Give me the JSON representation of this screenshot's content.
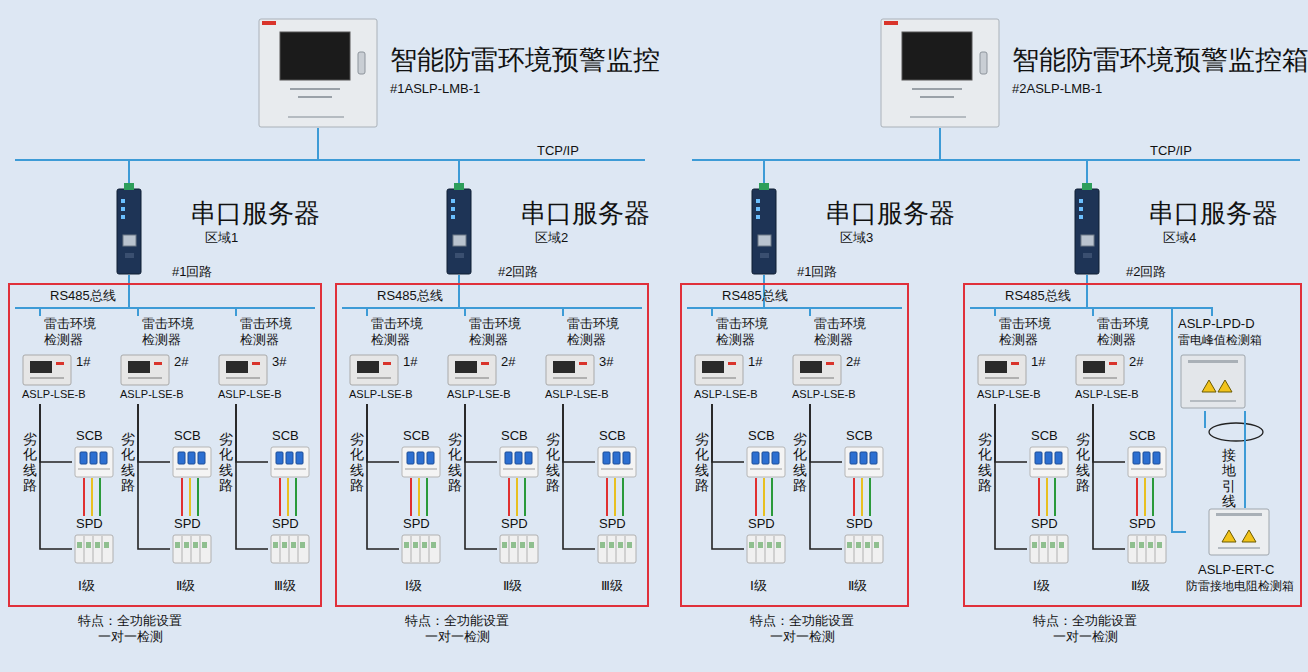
{
  "diagram": {
    "nodes": [
      {
        "text": [
          "智能防雷环境预警监控",
          "#1ASLP-LMB-1"
        ]
      },
      {
        "text": [
          "智能防雷环境预警监控箱",
          "#2ASLP-LMB-1"
        ]
      },
      {
        "text": [
          "串口服务器",
          "区域1"
        ]
      },
      {
        "text": [
          "串口服务器",
          "区域2"
        ]
      },
      {
        "text": [
          "串口服务器",
          "区域3"
        ]
      },
      {
        "text": [
          "串口服务器",
          "区域4"
        ]
      },
      {
        "text": [
          "RS485总线",
          "特点：全功能设置 一对一检测"
        ]
      },
      {
        "text": [
          "雷击环境 检测器",
          "1#",
          "ASLP-LSE-B"
        ],
        "in": 6
      },
      {
        "text": [
          "SCB"
        ],
        "in": 6
      },
      {
        "text": [
          "SPD"
        ],
        "in": 6
      },
      {
        "text": [
          "雷击环境 检测器",
          "2#",
          "ASLP-LSE-B"
        ],
        "in": 6
      },
      {
        "text": [
          "SCB"
        ],
        "in": 6
      },
      {
        "text": [
          "SPD"
        ],
        "in": 6
      },
      {
        "text": [
          "雷击环境 检测器",
          "3#",
          "ASLP-LSE-B"
        ],
        "in": 6
      },
      {
        "text": [
          "SCB"
        ],
        "in": 6
      },
      {
        "text": [
          "SPD"
        ],
        "in": 6
      },
      {
        "text": [
          "RS485总线",
          "特点：全功能设置 一对一检测"
        ]
      },
      {
        "text": [
          "雷击环境 检测器",
          "1#",
          "ASLP-LSE-B"
        ],
        "in": 16
      },
      {
        "text": [
          "SCB"
        ],
        "in": 16
      },
      {
        "text": [
          "SPD"
        ],
        "in": 16
      },
      {
        "text": [
          "雷击环境 检测器",
          "2#",
          "ASLP-LSE-B"
        ],
        "in": 16
      },
      {
        "text": [
          "SCB"
        ],
        "in": 16
      },
      {
        "text": [
          "SPD"
        ],
        "in": 16
      },
      {
        "text": [
          "雷击环境 检测器",
          "3#",
          "ASLP-LSE-B"
        ],
        "in": 16
      },
      {
        "text": [
          "SCB"
        ],
        "in": 16
      },
      {
        "text": [
          "SPD"
        ],
        "in": 16
      },
      {
        "text": [
          "RS485总线",
          "特点：全功能设置 一对一检测"
        ]
      },
      {
        "text": [
          "雷击环境 检测器",
          "1#",
          "ASLP-LSE-B"
        ],
        "in": 26
      },
      {
        "text": [
          "SCB"
        ],
        "in": 26
      },
      {
        "text": [
          "SPD"
        ],
        "in": 26
      },
      {
        "text": [
          "雷击环境 检测器",
          "2#",
          "ASLP-LSE-B"
        ],
        "in": 26
      },
      {
        "text": [
          "SCB"
        ],
        "in": 26
      },
      {
        "text": [
          "SPD"
        ],
        "in": 26
      },
      {
        "text": [
          "RS485总线",
          "特点：全功能设置 一对一检测"
        ]
      },
      {
        "text": [
          "雷击环境 检测器",
          "1#",
          "ASLP-LSE-B"
        ],
        "in": 33
      },
      {
        "text": [
          "SCB"
        ],
        "in": 33
      },
      {
        "text": [
          "SPD"
        ],
        "in": 33
      },
      {
        "text": [
          "雷击环境 检测器",
          "2#",
          "ASLP-LSE-B"
        ],
        "in": 33
      },
      {
        "text": [
          "SCB"
        ],
        "in": 33
      },
      {
        "text": [
          "SPD"
        ],
        "in": 33
      },
      {
        "text": [
          "ASLP-LPD-D",
          "雷电峰值检测箱"
        ],
        "in": 33
      },
      {
        "text": [
          "ASLP-ERT-C",
          "防雷接地电阻检测箱"
        ],
        "in": 33
      }
    ],
    "edges": [
      {
        "from": 0,
        "to": 2,
        "arrow": "none"
      },
      {
        "from": 0,
        "to": 3,
        "arrow": "none"
      },
      {
        "from": 1,
        "to": 4,
        "arrow": "none"
      },
      {
        "from": 1,
        "to": 5,
        "arrow": "none"
      },
      {
        "from": 2,
        "to": 7,
        "arrow": "none"
      },
      {
        "from": 2,
        "to": 10,
        "arrow": "none"
      },
      {
        "from": 2,
        "to": 13,
        "arrow": "none"
      },
      {
        "from": 3,
        "to": 17,
        "arrow": "none"
      },
      {
        "from": 3,
        "to": 20,
        "arrow": "none"
      },
      {
        "from": 3,
        "to": 23,
        "arrow": "none"
      },
      {
        "from": 4,
        "to": 27,
        "arrow": "none"
      },
      {
        "from": 4,
        "to": 30,
        "arrow": "none"
      },
      {
        "from": 5,
        "to": 34,
        "arrow": "none"
      },
      {
        "from": 5,
        "to": 37,
        "arrow": "none"
      },
      {
        "from": 5,
        "to": 40,
        "arrow": "none"
      },
      {
        "from": 5,
        "to": 41,
        "arrow": "none"
      },
      {
        "from": 7,
        "to": 8,
        "arrow": "none"
      },
      {
        "from": 7,
        "to": 9,
        "arrow": "none"
      },
      {
        "from": 8,
        "to": 9,
        "arrow": "none"
      },
      {
        "from": 10,
        "to": 11,
        "arrow": "none"
      },
      {
        "from": 10,
        "to": 12,
        "arrow": "none"
      },
      {
        "from": 11,
        "to": 12,
        "arrow": "none"
      },
      {
        "from": 13,
        "to": 14,
        "arrow": "none"
      },
      {
        "from": 13,
        "to": 15,
        "arrow": "none"
      },
      {
        "from": 14,
        "to": 15,
        "arrow": "none"
      },
      {
        "from": 17,
        "to": 18,
        "arrow": "none"
      },
      {
        "from": 17,
        "to": 19,
        "arrow": "none"
      },
      {
        "from": 18,
        "to": 19,
        "arrow": "none"
      },
      {
        "from": 20,
        "to": 21,
        "arrow": "none"
      },
      {
        "from": 20,
        "to": 22,
        "arrow": "none"
      },
      {
        "from": 21,
        "to": 22,
        "arrow": "none"
      },
      {
        "from": 23,
        "to": 24,
        "arrow": "none"
      },
      {
        "from": 23,
        "to": 25,
        "arrow": "none"
      },
      {
        "from": 24,
        "to": 25,
        "arrow": "none"
      },
      {
        "from": 27,
        "to": 28,
        "arrow": "none"
      },
      {
        "from": 27,
        "to": 29,
        "arrow": "none"
      },
      {
        "from": 28,
        "to": 29,
        "arrow": "none"
      },
      {
        "from": 30,
        "to": 31,
        "arrow": "none"
      },
      {
        "from": 30,
        "to": 32,
        "arrow": "none"
      },
      {
        "from": 31,
        "to": 32,
        "arrow": "none"
      },
      {
        "from": 34,
        "to": 35,
        "arrow": "none"
      },
      {
        "from": 34,
        "to": 36,
        "arrow": "none"
      },
      {
        "from": 35,
        "to": 36,
        "arrow": "none"
      },
      {
        "from": 37,
        "to": 38,
        "arrow": "none"
      },
      {
        "from": 37,
        "to": 39,
        "arrow": "none"
      },
      {
        "from": 38,
        "to": 39,
        "arrow": "none"
      },
      {
        "from": 40,
        "to": 41,
        "arrow": "none"
      }
    ],
    "labels": [
      "TCP/IP",
      "TCP/IP",
      "#1回路",
      "#2回路",
      "#1回路",
      "#2回路",
      "劣化线路",
      "劣化线路",
      "劣化线路",
      "劣化线路",
      "劣化线路",
      "劣化线路",
      "劣化线路",
      "劣化线路",
      "劣化线路",
      "劣化线路",
      "Ⅰ级",
      "Ⅱ级",
      "Ⅲ级",
      "Ⅰ级",
      "Ⅱ级",
      "Ⅲ级",
      "Ⅰ级",
      "Ⅱ级",
      "Ⅰ级",
      "Ⅱ级",
      "接地引线"
    ]
  }
}
